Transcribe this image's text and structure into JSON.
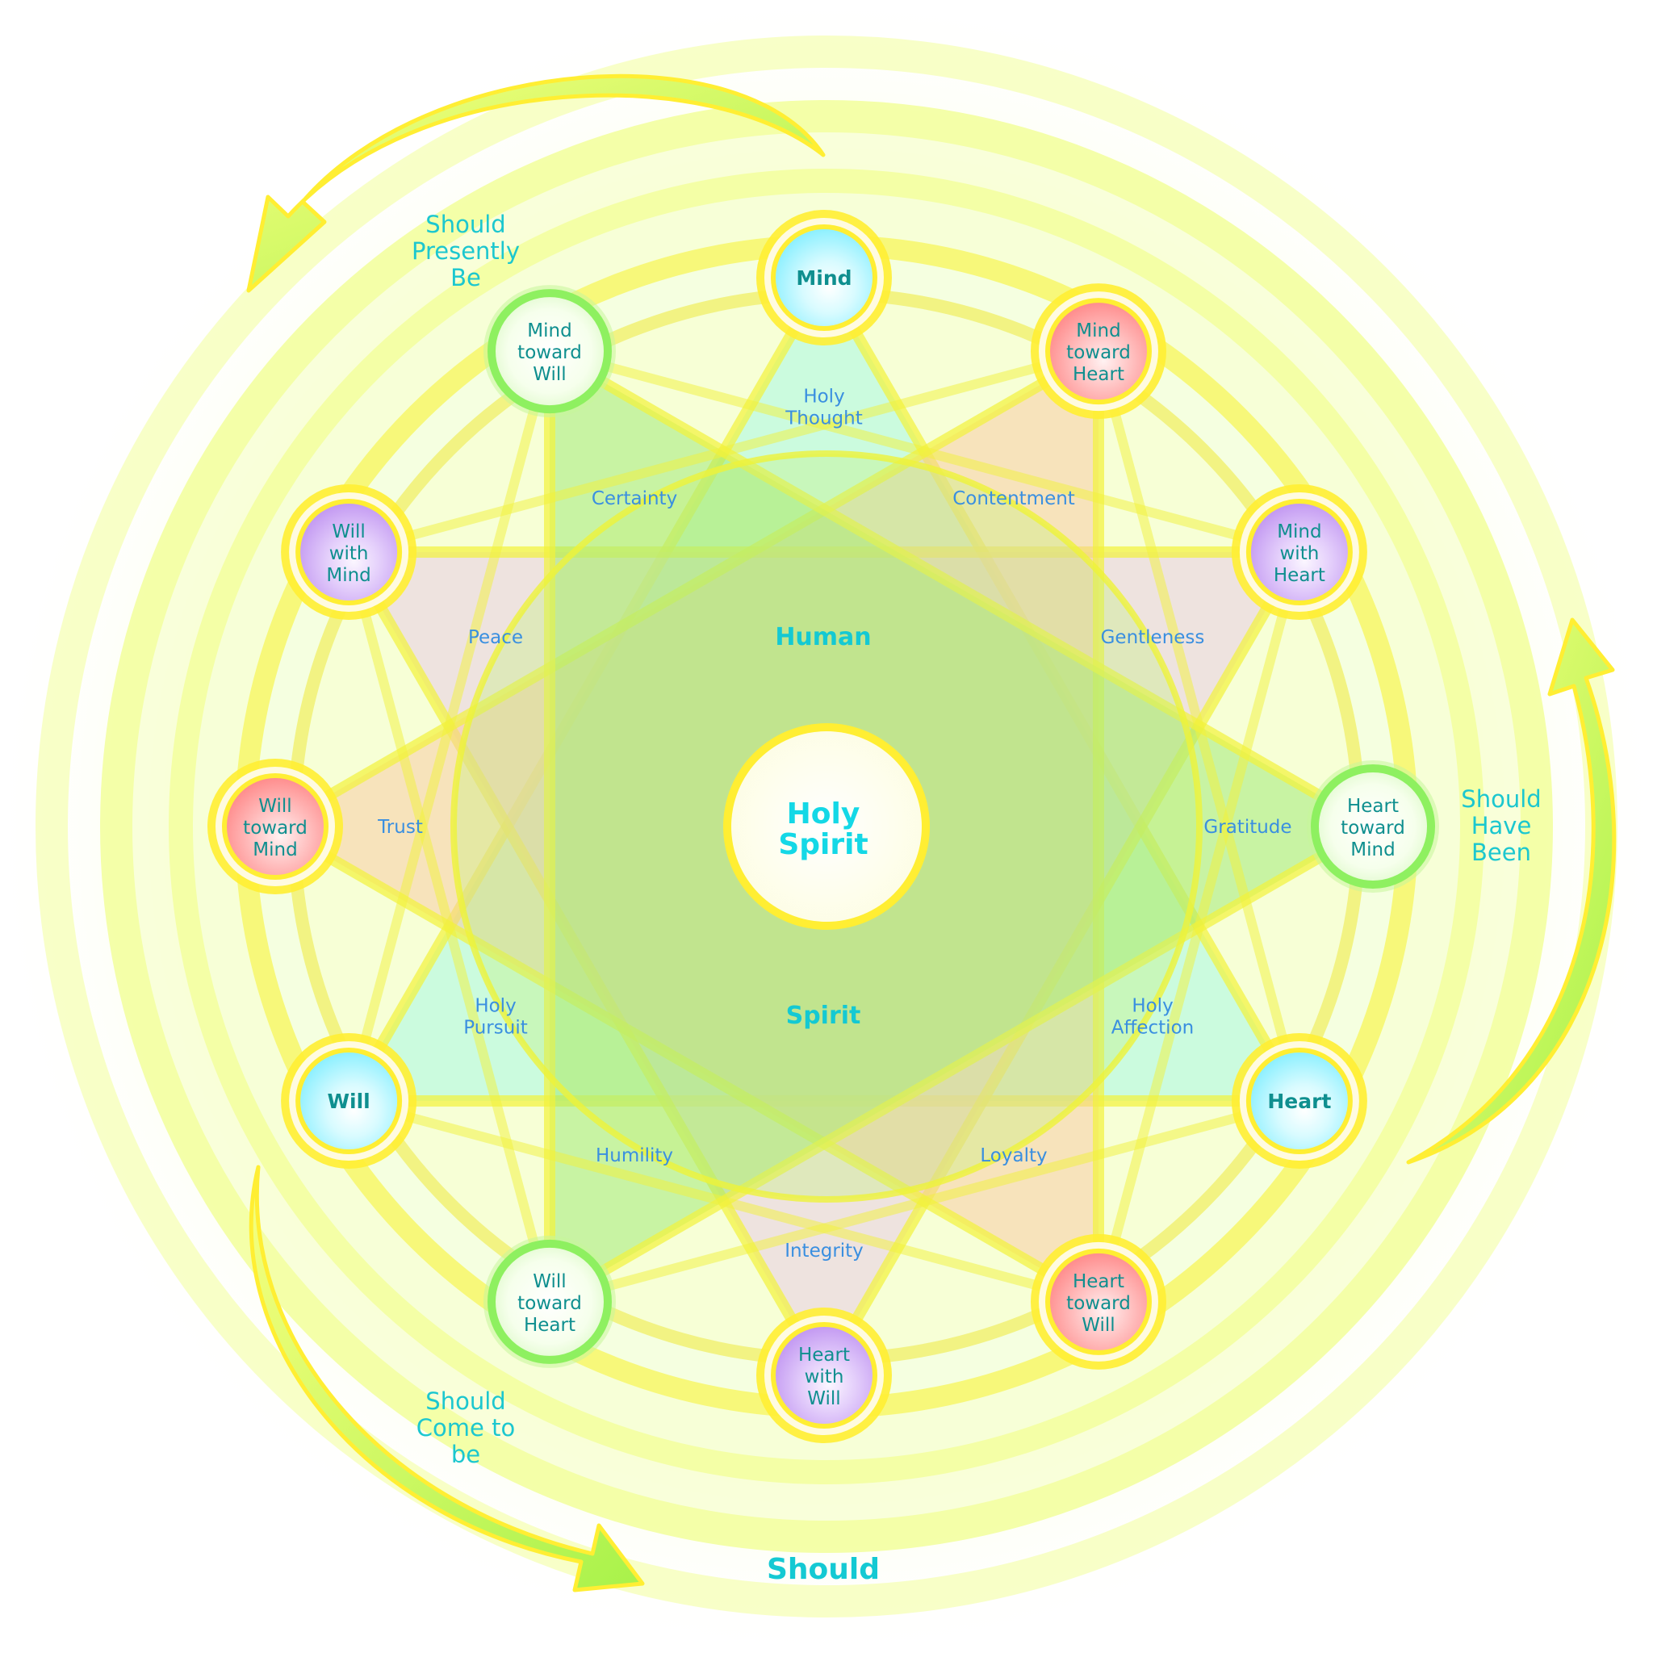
{
  "center": {
    "line1": "Holy",
    "line2": "Spirit"
  },
  "inner_labels": {
    "top": "Human",
    "bottom": "Spirit"
  },
  "bottom_title": "Should",
  "flow_labels": {
    "top_left": [
      "Should",
      "Presently",
      "Be"
    ],
    "right": [
      "Should",
      "Have",
      "Been"
    ],
    "bottom_left": [
      "Should",
      "Come to",
      "be"
    ]
  },
  "nodes": [
    {
      "id": "mind",
      "lines": [
        "Mind"
      ],
      "bold": true,
      "kind": "cyan"
    },
    {
      "id": "mind-toward-heart",
      "lines": [
        "Mind",
        "toward",
        "Heart"
      ],
      "bold": false,
      "kind": "red"
    },
    {
      "id": "mind-with-heart",
      "lines": [
        "Mind",
        "with",
        "Heart"
      ],
      "bold": false,
      "kind": "purple"
    },
    {
      "id": "heart-toward-mind",
      "lines": [
        "Heart",
        "toward",
        "Mind"
      ],
      "bold": false,
      "kind": "green"
    },
    {
      "id": "heart",
      "lines": [
        "Heart"
      ],
      "bold": true,
      "kind": "cyan"
    },
    {
      "id": "heart-toward-will",
      "lines": [
        "Heart",
        "toward",
        "Will"
      ],
      "bold": false,
      "kind": "red"
    },
    {
      "id": "heart-with-will",
      "lines": [
        "Heart",
        "with",
        "Will"
      ],
      "bold": false,
      "kind": "purple"
    },
    {
      "id": "will-toward-heart",
      "lines": [
        "Will",
        "toward",
        "Heart"
      ],
      "bold": false,
      "kind": "green"
    },
    {
      "id": "will",
      "lines": [
        "Will"
      ],
      "bold": true,
      "kind": "cyan"
    },
    {
      "id": "will-toward-mind",
      "lines": [
        "Will",
        "toward",
        "Mind"
      ],
      "bold": false,
      "kind": "red"
    },
    {
      "id": "will-with-mind",
      "lines": [
        "Will",
        "with",
        "Mind"
      ],
      "bold": false,
      "kind": "purple"
    },
    {
      "id": "mind-toward-will",
      "lines": [
        "Mind",
        "toward",
        "Will"
      ],
      "bold": false,
      "kind": "green"
    }
  ],
  "virtues": [
    {
      "id": "holy-thought",
      "lines": [
        "Holy",
        "Thought"
      ]
    },
    {
      "id": "contentment",
      "lines": [
        "Contentment"
      ]
    },
    {
      "id": "gentleness",
      "lines": [
        "Gentleness"
      ]
    },
    {
      "id": "gratitude",
      "lines": [
        "Gratitude"
      ]
    },
    {
      "id": "holy-affection",
      "lines": [
        "Holy",
        "Affection"
      ]
    },
    {
      "id": "loyalty",
      "lines": [
        "Loyalty"
      ]
    },
    {
      "id": "integrity",
      "lines": [
        "Integrity"
      ]
    },
    {
      "id": "humility",
      "lines": [
        "Humility"
      ]
    },
    {
      "id": "holy-pursuit",
      "lines": [
        "Holy",
        "Pursuit"
      ]
    },
    {
      "id": "trust",
      "lines": [
        "Trust"
      ]
    },
    {
      "id": "peace",
      "lines": [
        "Peace"
      ]
    },
    {
      "id": "certainty",
      "lines": [
        "Certainty"
      ]
    }
  ],
  "colors": {
    "yellow_ring": "#ffee33",
    "cyan_node": "#aef6ff",
    "red_node": "#ff9a9a",
    "purple_node": "#caa2f5",
    "green_ring": "#8ef060",
    "arrow_green": "#b4f55a"
  }
}
